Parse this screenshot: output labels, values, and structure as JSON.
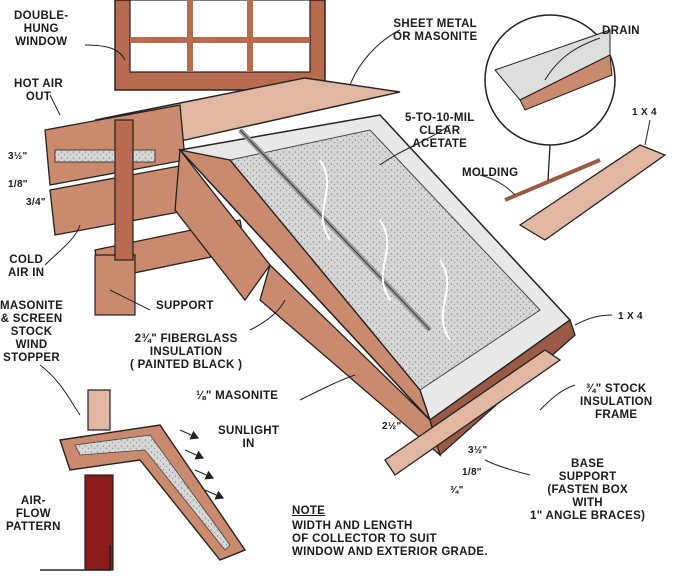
{
  "labels": {
    "double_hung_window": [
      "DOUBLE-",
      "HUNG",
      "WINDOW"
    ],
    "sheet_metal": [
      "SHEET METAL",
      "OR MASONITE"
    ],
    "drain": "DRAIN",
    "acetate": [
      "5-TO-10-MIL",
      "CLEAR",
      "ACETATE"
    ],
    "one_by_four_top": "1 x 4",
    "molding": "MOLDING",
    "hot_air_out": [
      "HOT AIR",
      "OUT"
    ],
    "dim_3_half": "3½\"",
    "dim_1_8": "1/8\"",
    "dim_3_4": "3/4\"",
    "cold_air_in": [
      "COLD",
      "AIR IN"
    ],
    "masonite_stopper": [
      "MASONITE",
      "& SCREEN",
      "STOCK",
      "WIND",
      "STOPPER"
    ],
    "support": "SUPPORT",
    "one_by_four_right": "1 x 4",
    "fiberglass": [
      "2¾\" FIBERGLASS",
      "INSULATION",
      "( PAINTED BLACK )"
    ],
    "masonite_eighth": "⅛\" MASONITE",
    "insulation_frame": [
      "¾\" STOCK",
      "INSULATION",
      "FRAME"
    ],
    "sunlight_in": [
      "SUNLIGHT",
      "IN"
    ],
    "dim_2_half": "2½\"",
    "dim_3_half_b": "3½\"",
    "dim_1_8_b": "1/8\"",
    "dim_3_4_b": "¾\"",
    "base_support": [
      "BASE",
      "SUPPORT",
      "(FASTEN BOX",
      "WITH",
      "1\" ANGLE BRACES)"
    ],
    "air_flow": [
      "AIR-",
      "FLOW",
      "PATTERN"
    ],
    "note_title": "NOTE",
    "note_text": [
      "WIDTH AND LENGTH",
      "OF COLLECTOR TO SUIT",
      "WINDOW AND EXTERIOR GRADE."
    ]
  },
  "colors": {
    "wood": "#c98a6e",
    "wood_dark": "#9a5a45",
    "wood_light": "#e2b7a2",
    "window_frame": "#b86b4f",
    "absorber": "#cfcfcf",
    "outline": "#222222",
    "pipe": "#8b1c1c"
  }
}
